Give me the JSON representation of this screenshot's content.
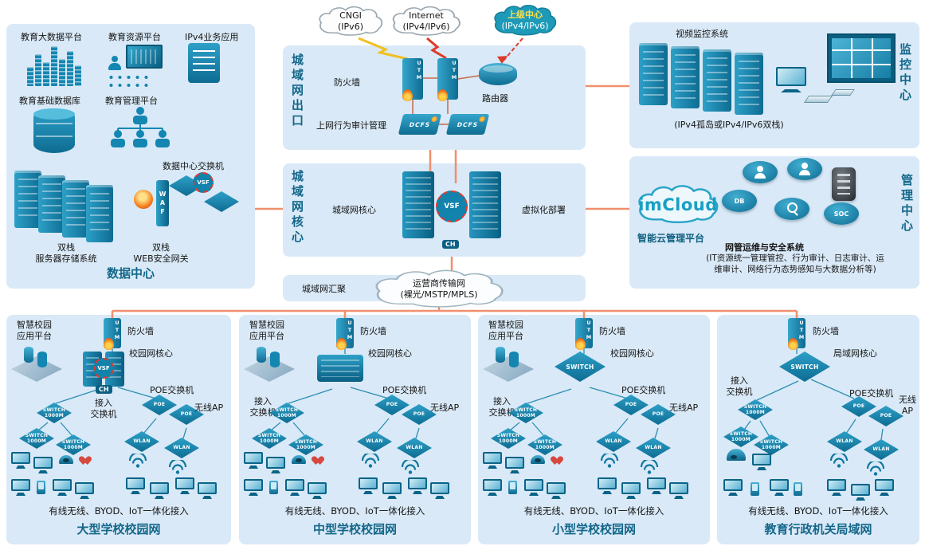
{
  "colors": {
    "panel_bg": "#d9e9f7",
    "device_teal": "#1486b2",
    "line_salmon": "#ef8f6e",
    "title_teal": "#14678a"
  },
  "clouds": {
    "cngi": [
      "CNGI",
      "(IPv6)"
    ],
    "internet": [
      "Internet",
      "(IPv4/IPv6)"
    ],
    "upper": [
      "上级中心",
      "(IPv4/IPv6)"
    ],
    "transport": [
      "运营商传输网",
      "(裸光/MSTP/MPLS)"
    ]
  },
  "datacenter": {
    "title": "数据中心",
    "bigdata": "教育大数据平台",
    "resource": "教育资源平台",
    "ipv4app": "IPv4业务应用",
    "basedb": "教育基础数据库",
    "mgmt": "教育管理平台",
    "dcswitch": "数据中心交换机",
    "storage": [
      "双栈",
      "服务器存储系统"
    ],
    "waf": [
      "双栈",
      "WEB安全网关"
    ]
  },
  "man_exit": {
    "title": "城域网出口",
    "firewall": "防火墙",
    "router": "路由器",
    "audit": "上网行为审计管理"
  },
  "man_core": {
    "title": "城域网核心",
    "label": "城域网核心",
    "virtual": "虚拟化部署"
  },
  "monitoring": {
    "title": "监控中心",
    "video": "视频监控系统",
    "stack": "(IPv4孤岛或IPv4/IPv6双栈)"
  },
  "management": {
    "title": "管理中心",
    "imcloud": "imCloud",
    "platform": "智能云管理平台",
    "nms": "网管运维与安全系统",
    "detail": "(IT资源统一管理管控、行为审计、日志审计、运维审计、网络行为态势感知与大数据分析等)"
  },
  "aggregation": {
    "label": "城域网汇聚"
  },
  "device": {
    "utm": "UTM",
    "dcfs": "DCFS",
    "vsf": "VSF",
    "ch": "CH",
    "waf": "WAF",
    "switch": "SWITCH",
    "speed": "1000M",
    "poe": "POE",
    "wlan": "WLAN",
    "db": "DB",
    "soc": "SOC"
  },
  "campuses": [
    {
      "title": "大型学校校园网",
      "platform": [
        "智慧校园",
        "应用平台"
      ],
      "firewall": "防火墙",
      "core": "校园网核心",
      "access": [
        "接入",
        "交换机"
      ],
      "poe": "POE交换机",
      "ap": [
        "无线AP",
        ""
      ],
      "bottom": "有线无线、BYOD、IoT一体化接入"
    },
    {
      "title": "中型学校校园网",
      "platform": [
        "智慧校园",
        "应用平台"
      ],
      "firewall": "防火墙",
      "core": "校园网核心",
      "access": [
        "接入",
        "交换机"
      ],
      "poe": "POE交换机",
      "ap": [
        "无线AP",
        ""
      ],
      "bottom": "有线无线、BYOD、IoT一体化接入"
    },
    {
      "title": "小型学校校园网",
      "platform": [
        "智慧校园",
        "应用平台"
      ],
      "firewall": "防火墙",
      "core": "校园网核心",
      "access": [
        "接入",
        "交换机"
      ],
      "poe": "POE交换机",
      "ap": [
        "无线AP",
        ""
      ],
      "bottom": "有线无线、BYOD、IoT一体化接入"
    },
    {
      "title": "教育行政机关局域网",
      "firewall": "防火墙",
      "core": "局域网核心",
      "access": [
        "接入",
        "交换机"
      ],
      "poe": "POE交换机",
      "ap": [
        "无线",
        "AP"
      ],
      "bottom": "有线无线、BYOD、IoT一体化接入"
    }
  ]
}
